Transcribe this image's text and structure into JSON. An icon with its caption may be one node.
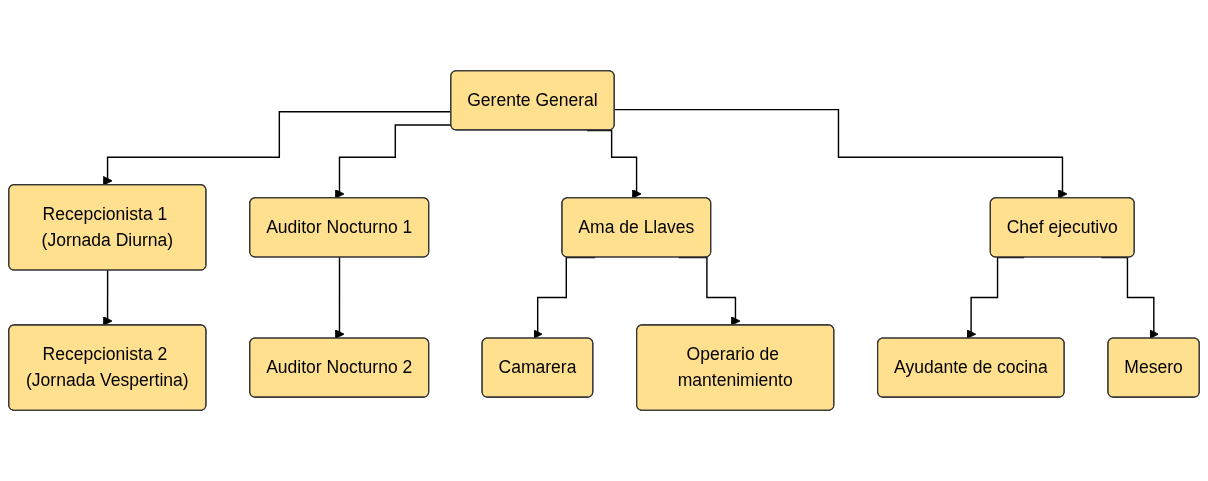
{
  "diagram": {
    "nodes": [
      {
        "text": [
          "Gerente General"
        ]
      },
      {
        "text": [
          "Recepcionista 1 (Jornada Diurna)"
        ]
      },
      {
        "text": [
          "Auditor Nocturno 1"
        ]
      },
      {
        "text": [
          "Ama de Llaves"
        ]
      },
      {
        "text": [
          "Chef ejecutivo"
        ]
      },
      {
        "text": [
          "Recepcionista 2 (Jornada Vespertina)"
        ]
      },
      {
        "text": [
          "Auditor Nocturno 2"
        ]
      },
      {
        "text": [
          "Camarera"
        ]
      },
      {
        "text": [
          "Operario de mantenimiento"
        ]
      },
      {
        "text": [
          "Ayudante de cocina"
        ]
      },
      {
        "text": [
          "Mesero"
        ]
      }
    ],
    "edges": [
      {
        "from": 0,
        "to": 1,
        "arrow": "to"
      },
      {
        "from": 0,
        "to": 2,
        "arrow": "to"
      },
      {
        "from": 0,
        "to": 3,
        "arrow": "to"
      },
      {
        "from": 0,
        "to": 4,
        "arrow": "to"
      },
      {
        "from": 1,
        "to": 5,
        "arrow": "to"
      },
      {
        "from": 2,
        "to": 6,
        "arrow": "to"
      },
      {
        "from": 3,
        "to": 7,
        "arrow": "to"
      },
      {
        "from": 3,
        "to": 8,
        "arrow": "to"
      },
      {
        "from": 4,
        "to": 9,
        "arrow": "to"
      },
      {
        "from": 4,
        "to": 10,
        "arrow": "to"
      }
    ]
  }
}
